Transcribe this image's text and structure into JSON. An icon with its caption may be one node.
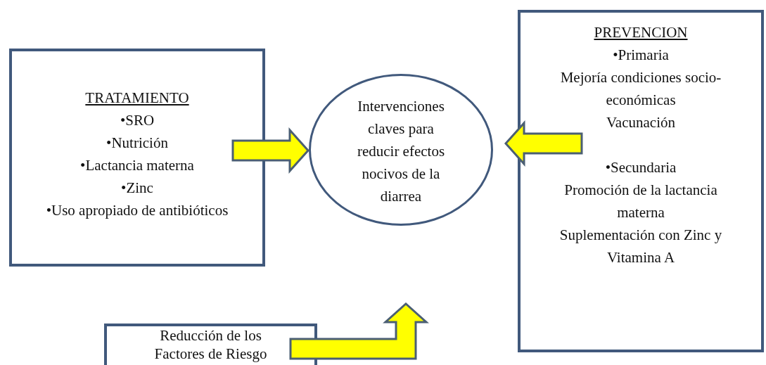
{
  "diagram": {
    "nodes": [
      {
        "text": [
          "TRATAMIENTO",
          "•SRO",
          "•Nutrición",
          "•Lactancia materna",
          "•Zinc",
          "•Uso apropiado de antibióticos"
        ]
      },
      {
        "text": [
          "Intervenciones claves para reducir efectos nocivos de la diarrea"
        ]
      },
      {
        "text": [
          "PREVENCION",
          "•Primaria",
          "Mejoría condiciones socio-económicas",
          "Vacunación",
          "•Secundaria",
          "Promoción de la lactancia materna",
          "Suplementación con Zinc y Vitamina A"
        ]
      },
      {
        "text": [
          "Reducción de los Factores de Riesgo"
        ]
      }
    ],
    "edges": [
      {
        "from": 0,
        "to": 1,
        "arrow": "to"
      },
      {
        "from": 2,
        "to": 1,
        "arrow": "to"
      },
      {
        "from": 3,
        "to": 1,
        "arrow": "to"
      }
    ]
  }
}
